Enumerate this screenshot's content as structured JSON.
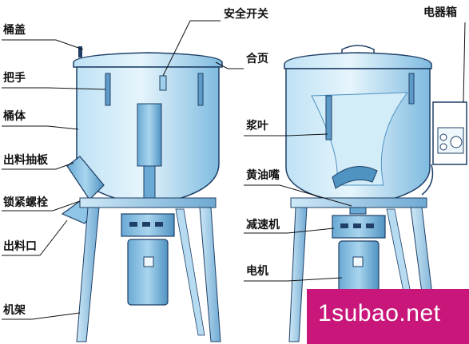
{
  "labels": {
    "lid": "桶盖",
    "handle": "把手",
    "barrel": "桶体",
    "outlet_plate": "出料抽板",
    "lock_bolt": "锁紧螺栓",
    "outlet": "出料口",
    "frame": "机架",
    "safety_switch": "安全开关",
    "hinge": "合页",
    "paddle": "浆叶",
    "grease_nipple": "黄油嘴",
    "reducer": "减速机",
    "motor": "电机",
    "electric_box": "电器箱"
  },
  "watermark": "1subao.net",
  "colors": {
    "body_light": "#d9eef9",
    "body_mid": "#9fd0ec",
    "body_dark": "#4f93c2",
    "outline": "#1f3f66",
    "watermark_bg": "#c8167a"
  }
}
